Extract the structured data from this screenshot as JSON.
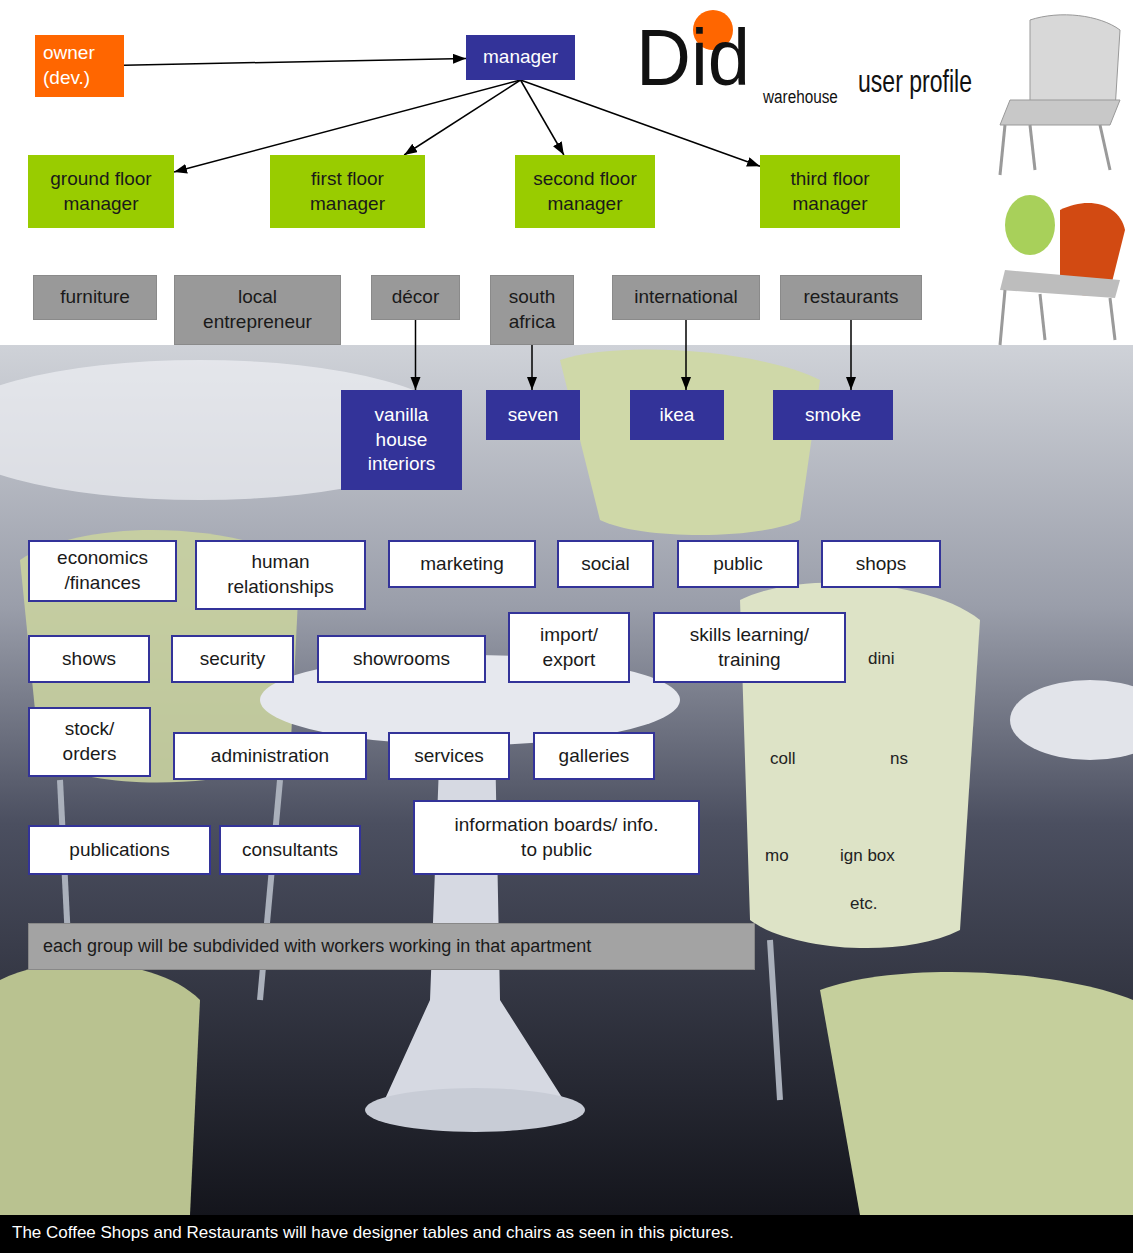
{
  "diagram": {
    "title": "user profile",
    "caption": "The Coffee Shops and Restaurants will have designer tables and chairs as seen in this pictures.",
    "nodes": [
      {
        "text": [
          "owner (dev.)"
        ]
      },
      {
        "text": [
          "manager"
        ]
      },
      {
        "text": [
          "ground floor manager"
        ]
      },
      {
        "text": [
          "first floor manager"
        ]
      },
      {
        "text": [
          "second floor manager"
        ]
      },
      {
        "text": [
          "third floor manager"
        ]
      },
      {
        "text": [
          "furniture"
        ]
      },
      {
        "text": [
          "local entrepreneur"
        ]
      },
      {
        "text": [
          "décor"
        ]
      },
      {
        "text": [
          "south africa"
        ]
      },
      {
        "text": [
          "international"
        ]
      },
      {
        "text": [
          "restaurants"
        ]
      },
      {
        "text": [
          "vanilla house interiors"
        ]
      },
      {
        "text": [
          "seven"
        ]
      },
      {
        "text": [
          "ikea"
        ]
      },
      {
        "text": [
          "smoke"
        ]
      },
      {
        "text": [
          "economics /finances"
        ]
      },
      {
        "text": [
          "human relationships"
        ]
      },
      {
        "text": [
          "marketing"
        ]
      },
      {
        "text": [
          "social"
        ]
      },
      {
        "text": [
          "public"
        ]
      },
      {
        "text": [
          "shops"
        ]
      },
      {
        "text": [
          "shows"
        ]
      },
      {
        "text": [
          "security"
        ]
      },
      {
        "text": [
          "showrooms"
        ]
      },
      {
        "text": [
          "import/ export"
        ]
      },
      {
        "text": [
          "skills learning/ training"
        ]
      },
      {
        "text": [
          "stock/ orders"
        ]
      },
      {
        "text": [
          "administration"
        ]
      },
      {
        "text": [
          "services"
        ]
      },
      {
        "text": [
          "galleries"
        ]
      },
      {
        "text": [
          "publications"
        ]
      },
      {
        "text": [
          "consultants"
        ]
      },
      {
        "text": [
          "information boards/ info. to public"
        ]
      },
      {
        "text": [
          "each group will be subdivided with workers working in that apartment"
        ]
      }
    ],
    "edges": [
      {
        "from": 0,
        "to": 1,
        "arrow": "to"
      },
      {
        "from": 1,
        "to": 2,
        "arrow": "to"
      },
      {
        "from": 1,
        "to": 3,
        "arrow": "to"
      },
      {
        "from": 1,
        "to": 4,
        "arrow": "to"
      },
      {
        "from": 1,
        "to": 5,
        "arrow": "to"
      },
      {
        "from": 8,
        "to": 12,
        "arrow": "to"
      },
      {
        "from": 9,
        "to": 13,
        "arrow": "to"
      },
      {
        "from": 10,
        "to": 14,
        "arrow": "to"
      },
      {
        "from": 11,
        "to": 15,
        "arrow": "to"
      }
    ],
    "labels": [
      "Did",
      "warehouse",
      "dini",
      "coll",
      "ns",
      "mo",
      "ign box",
      "etc."
    ]
  }
}
